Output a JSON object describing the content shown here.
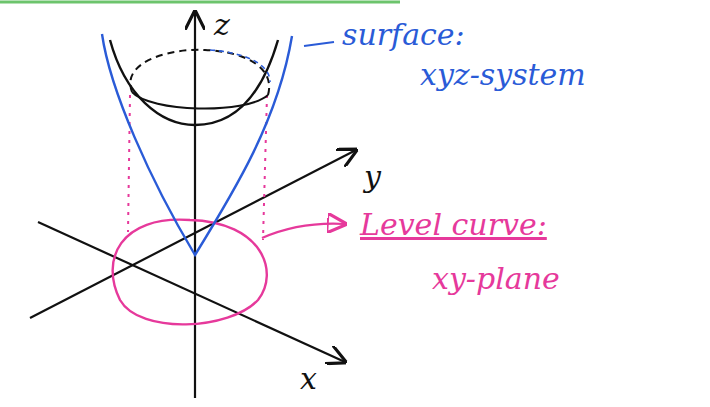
{
  "diagram": {
    "labels": [
      "z",
      "y",
      "x",
      "surface:",
      "xyz-system",
      "Level curve:",
      "xy-plane"
    ]
  }
}
